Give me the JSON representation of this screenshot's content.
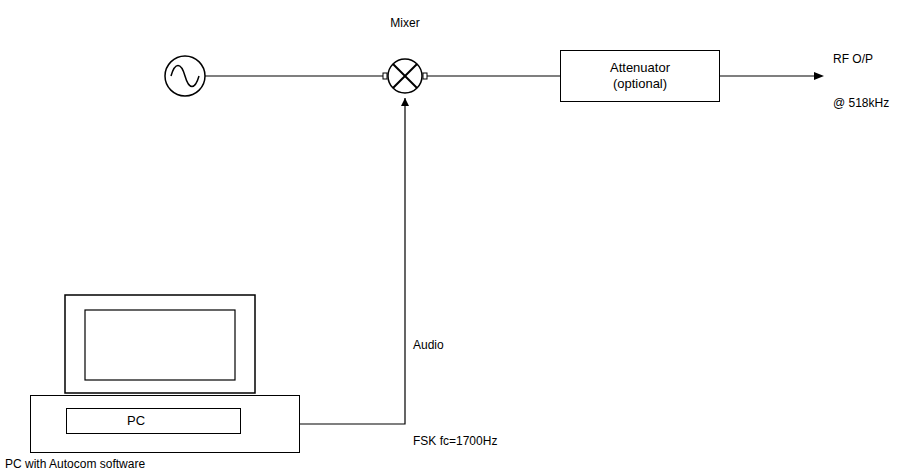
{
  "diagram": {
    "nodes": [
      {
        "text": [
          "Mixer"
        ]
      },
      {
        "text": [
          "Attenuator (optional)"
        ]
      },
      {
        "text": [
          "PC"
        ]
      }
    ],
    "edges": [
      {
        "from": 0,
        "to": 1,
        "arrow": "none"
      },
      {
        "from": 2,
        "to": 0,
        "arrow": "to"
      }
    ],
    "labels": [
      "Audio",
      "FSK fc=1700Hz",
      "RF O/P",
      "@ 518kHz",
      "PC with Autocom software"
    ]
  }
}
